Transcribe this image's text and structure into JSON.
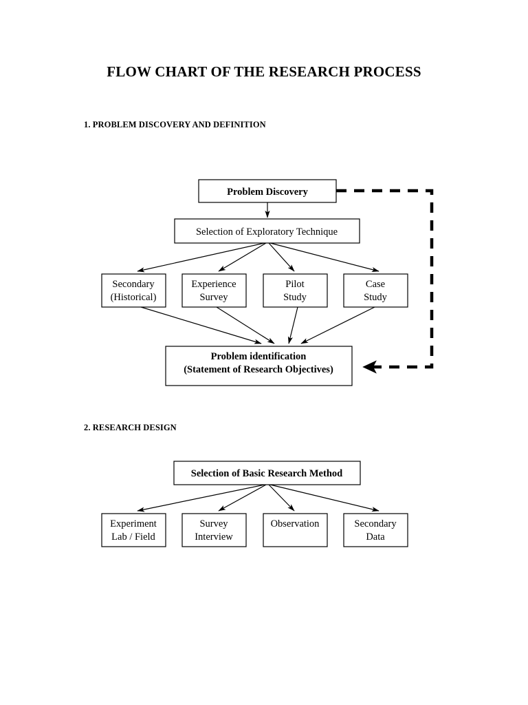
{
  "document": {
    "title": "FLOW CHART OF THE RESEARCH PROCESS"
  },
  "sections": [
    {
      "heading": "1. PROBLEM DISCOVERY AND DEFINITION"
    },
    {
      "heading": "2. RESEARCH DESIGN"
    }
  ],
  "chart_data": {
    "type": "diagram",
    "title": "FLOW CHART OF THE RESEARCH PROCESS",
    "nodes": {
      "problem_discovery": {
        "line1": "Problem Discovery"
      },
      "selection_exploratory": {
        "line1": "Selection of Exploratory Technique"
      },
      "secondary_historical": {
        "line1": "Secondary",
        "line2": "(Historical)"
      },
      "experience_survey": {
        "line1": "Experience",
        "line2": "Survey"
      },
      "pilot_study": {
        "line1": "Pilot",
        "line2": "Study"
      },
      "case_study": {
        "line1": "Case",
        "line2": "Study"
      },
      "problem_identification": {
        "line1": "Problem identification",
        "line2": "(Statement of Research Objectives)"
      },
      "selection_basic_method": {
        "line1": "Selection of Basic Research Method"
      },
      "experiment": {
        "line1": "Experiment",
        "line2": "Lab / Field"
      },
      "survey_interview": {
        "line1": "Survey",
        "line2": "Interview"
      },
      "observation": {
        "line1": "Observation"
      },
      "secondary_data": {
        "line1": "Secondary",
        "line2": "Data"
      }
    },
    "edges": [
      {
        "from": "problem_discovery",
        "to": "selection_exploratory",
        "style": "solid"
      },
      {
        "from": "selection_exploratory",
        "to": "secondary_historical",
        "style": "solid"
      },
      {
        "from": "selection_exploratory",
        "to": "experience_survey",
        "style": "solid"
      },
      {
        "from": "selection_exploratory",
        "to": "pilot_study",
        "style": "solid"
      },
      {
        "from": "selection_exploratory",
        "to": "case_study",
        "style": "solid"
      },
      {
        "from": "secondary_historical",
        "to": "problem_identification",
        "style": "solid"
      },
      {
        "from": "experience_survey",
        "to": "problem_identification",
        "style": "solid"
      },
      {
        "from": "pilot_study",
        "to": "problem_identification",
        "style": "solid"
      },
      {
        "from": "case_study",
        "to": "problem_identification",
        "style": "solid"
      },
      {
        "from": "problem_discovery",
        "to": "problem_identification",
        "style": "dashed-feedback"
      },
      {
        "from": "selection_basic_method",
        "to": "experiment",
        "style": "solid"
      },
      {
        "from": "selection_basic_method",
        "to": "survey_interview",
        "style": "solid"
      },
      {
        "from": "selection_basic_method",
        "to": "observation",
        "style": "solid"
      },
      {
        "from": "selection_basic_method",
        "to": "secondary_data",
        "style": "solid"
      }
    ],
    "colors": {
      "stroke": "#000000",
      "fill": "#ffffff",
      "text": "#000000",
      "background": "#ffffff"
    }
  }
}
